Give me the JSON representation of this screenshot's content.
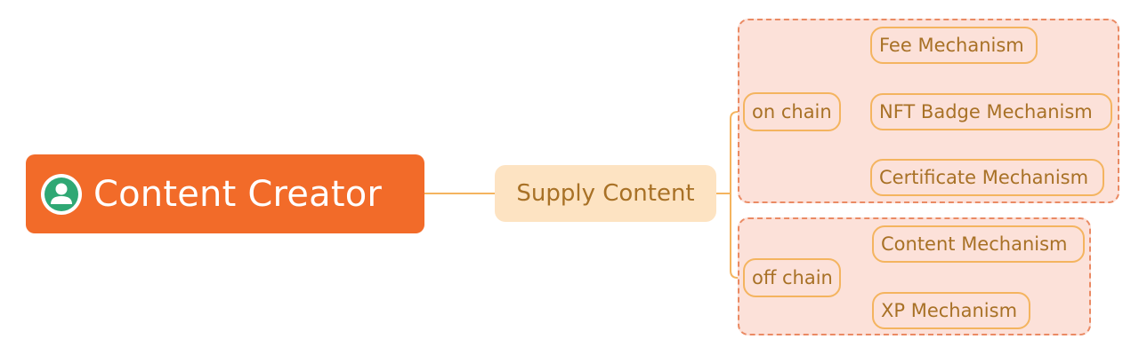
{
  "diagram": {
    "root": {
      "label": "Content Creator",
      "icon": "user-avatar-icon",
      "color": "#f26b29"
    },
    "main_branch": {
      "label": "Supply Content",
      "color": "#fde3c2"
    },
    "groups": [
      {
        "label": "on chain",
        "children": [
          "Fee Mechanism",
          "NFT Badge Mechanism",
          "Certificate Mechanism"
        ]
      },
      {
        "label": "off chain",
        "children": [
          "Content Mechanism",
          "XP Mechanism"
        ]
      }
    ],
    "colors": {
      "line": "#f4b45f",
      "group_fill": "#fce1d9",
      "group_border": "#ea8a63",
      "text": "#a87126"
    }
  }
}
